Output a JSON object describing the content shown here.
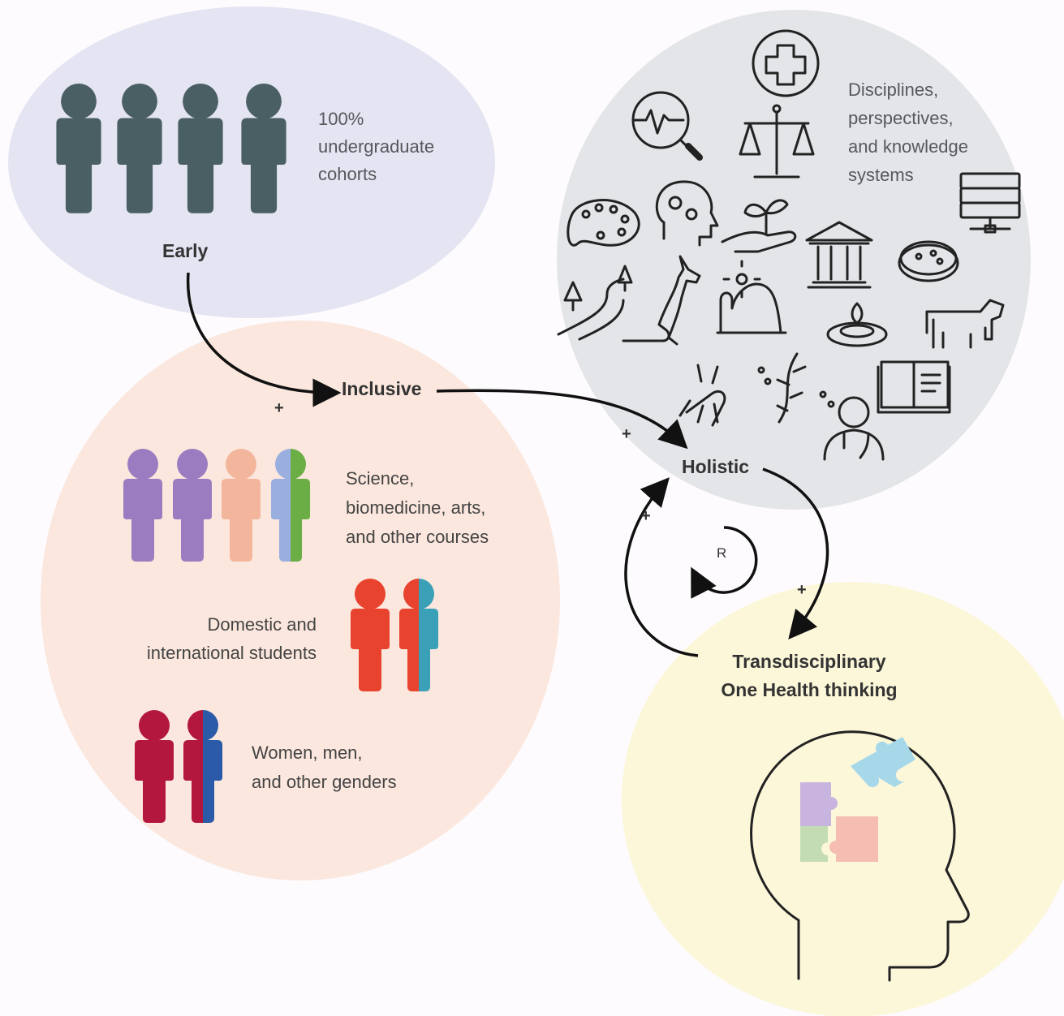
{
  "nodes": {
    "early": "Early",
    "inclusive": "Inclusive",
    "holistic": "Holistic",
    "transdisciplinary": [
      "Transdisciplinary",
      "One Health thinking"
    ]
  },
  "cohort_text": [
    "100%",
    "undergraduate",
    "cohorts"
  ],
  "disciplines_text": [
    "Disciplines,",
    "perspectives,",
    "and knowledge",
    "systems"
  ],
  "diversity": {
    "courses": [
      "Science,",
      "biomedicine, arts,",
      "and other courses"
    ],
    "domestic": [
      "Domestic and",
      "international students"
    ],
    "genders": [
      "Women, men,",
      "and other genders"
    ]
  },
  "link_sign": "+",
  "loop_label": "R",
  "colors": {
    "cohort_bg": "#e4e4f2",
    "inclusive_bg": "#fbe7de",
    "holistic_bg": "#e3e5e8",
    "trans_bg": "#fcf7d9",
    "dark_person": "#4a5f63",
    "purple": "#9c7cc0",
    "peach": "#f4b59d",
    "green": "#6aae45",
    "red": "#e8432e",
    "teal": "#3aa0b8",
    "crimson": "#b3183c",
    "blue": "#2b5ba8",
    "puzzle_purple": "#c9b3df",
    "puzzle_blue": "#a6d8ea",
    "puzzle_green": "#c3dcb4",
    "puzzle_pink": "#f6bdb2"
  },
  "icons": [
    "hospital-cross-icon",
    "heartbeat-magnifier-icon",
    "justice-scales-icon",
    "server-rack-icon",
    "art-palette-icon",
    "brain-gears-icon",
    "plant-hand-icon",
    "museum-icon",
    "petri-dish-icon",
    "river-trees-icon",
    "kangaroo-icon",
    "rock-formation-icon",
    "water-drop-icon",
    "cow-icon",
    "mosquito-icon",
    "seaweed-icon",
    "open-book-icon",
    "doctor-icon",
    "puzzle-head-icon"
  ]
}
